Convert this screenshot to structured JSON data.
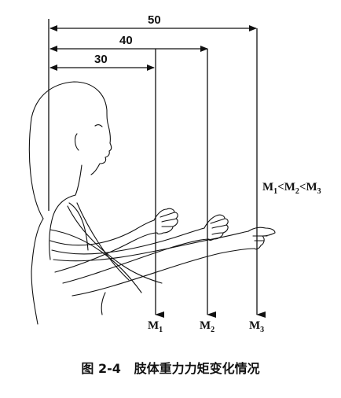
{
  "diagram": {
    "dimensions": [
      {
        "value": "50"
      },
      {
        "value": "40"
      },
      {
        "value": "30"
      }
    ],
    "moments": [
      {
        "symbol": "M",
        "sub": "1"
      },
      {
        "symbol": "M",
        "sub": "2"
      },
      {
        "symbol": "M",
        "sub": "3"
      }
    ],
    "relation": {
      "m1": "M",
      "s1": "1",
      "lt1": "<",
      "m2": "M",
      "s2": "2",
      "lt2": "<",
      "m3": "M",
      "s3": "3"
    },
    "caption": "图 2-4   肢体重力力矩变化情况"
  }
}
